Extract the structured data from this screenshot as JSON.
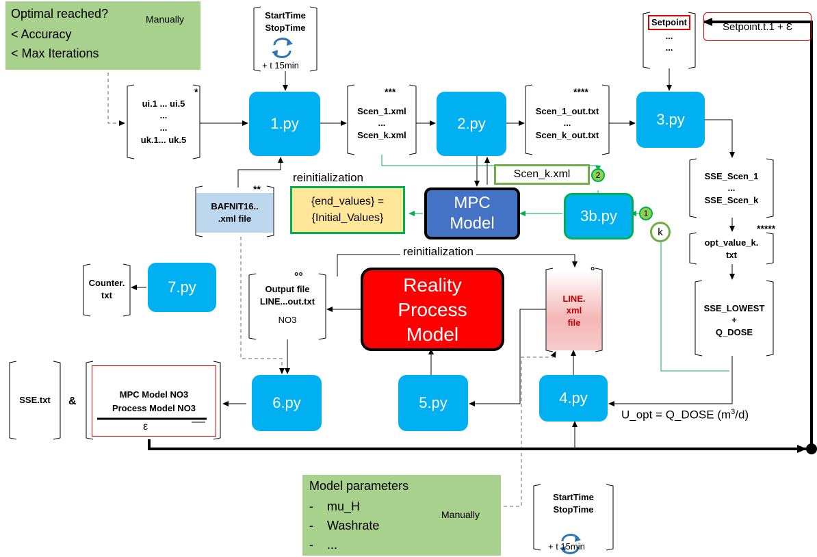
{
  "notes": {
    "top_left": {
      "title": "Optimal reached?",
      "line1": "< Accuracy",
      "line2": "< Max Iterations",
      "cycle_label": "Manually"
    },
    "bottom": {
      "title": "Model parameters",
      "items": [
        "-    mu_H",
        "-    Washrate",
        "-    ..."
      ],
      "cycle_label": "Manually"
    }
  },
  "files": {
    "time_top": {
      "line1": "StartTime",
      "line2": "StopTime",
      "step": "+ t 15min"
    },
    "time_bottom": {
      "line1": "StartTime",
      "line2": "StopTime",
      "step": "+ t 15min"
    },
    "setpoint": {
      "line1": "Setpoint",
      "line2": "...",
      "line3": "..."
    },
    "inputs": {
      "line1": "ui.1 ... ui.5",
      "line2": "...",
      "line3": "...",
      "line4": "uk.1... uk.5",
      "mark": "*"
    },
    "scen_xml": {
      "line1": "Scen_1.xml",
      "line2": "...",
      "line3": "Scen_k.xml",
      "mark": "***"
    },
    "scen_out": {
      "line1": "Scen_1_out.txt",
      "line2": "...",
      "line3": "Scen_k_out.txt",
      "mark": "****"
    },
    "sse_scen": {
      "line1": "SSE_Scen_1",
      "line2": "...",
      "line3": "SSE_Scen_k"
    },
    "opt_value": {
      "line1": "opt_value_k.",
      "line2": "txt",
      "mark": "*****"
    },
    "sse_lowest": {
      "line1": "SSE_LOWEST",
      "line2": "+",
      "line3": "Q_DOSE"
    },
    "bafnit": {
      "line1": "BAFNIT16..",
      "line2": ".xml file",
      "mark": "**"
    },
    "output_file": {
      "line1": "Output file",
      "line2": "LINE...out.txt",
      "line3": "NO3",
      "mark": "°°"
    },
    "line_xml": {
      "line1": "LINE.",
      "line2": "xml",
      "line3": "file",
      "mark": "°"
    },
    "counter": {
      "line1": "Counter.",
      "line2": "txt"
    },
    "sse_txt": {
      "line1": "SSE.txt"
    },
    "ratio": {
      "numerator": "MPC Model NO3",
      "denominator": "Process Model NO3",
      "symbol": "ε"
    }
  },
  "scripts": {
    "s1": "1.py",
    "s2": "2.py",
    "s3": "3.py",
    "s3b": "3b.py",
    "s4": "4.py",
    "s5": "5.py",
    "s6": "6.py",
    "s7": "7.py"
  },
  "models": {
    "mpc": {
      "line1": "MPC",
      "line2": "Model"
    },
    "reality": {
      "line1": "Reality",
      "line2": "Process",
      "line3": "Model"
    }
  },
  "labels": {
    "setpoint_formula": "Setpoint.t.1 + Ɛ",
    "reinit_top": "reinitialization",
    "reinit_mid": "reinitialization",
    "initial_values": {
      "line1": "{end_values} =",
      "line2": "{Initial_Values}"
    },
    "scen_k_xml": "Scen_k.xml",
    "u_opt_prefix": "U_opt = Q_DOSE (m",
    "u_opt_sup": "3",
    "u_opt_suffix": "/d)",
    "ampersand": "&",
    "badge_1": "1",
    "badge_2": "2",
    "badge_k": "k"
  },
  "colors": {
    "script_fill": "#00b0f0",
    "note_fill": "#a9d18e",
    "reality_fill": "#ff0000",
    "mpc_fill": "#4472c4",
    "green_line": "#00b050",
    "bafnit_fill": "#bdd7ee",
    "init_fill": "#ffe699"
  }
}
